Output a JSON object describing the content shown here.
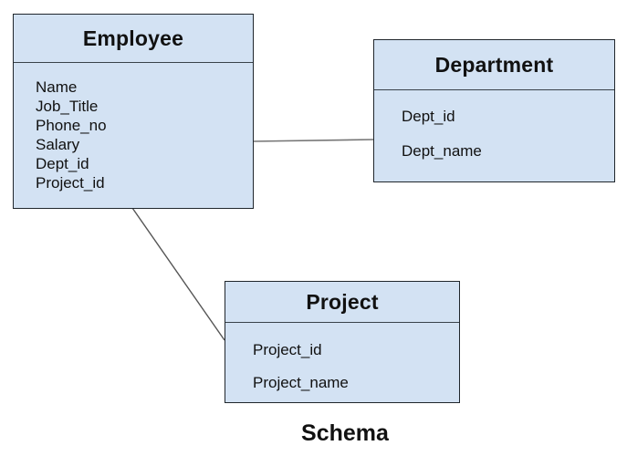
{
  "diagram": {
    "caption": "Schema",
    "entities": [
      {
        "id": "employee",
        "title": "Employee",
        "attributes": [
          "Name",
          "Job_Title",
          "Phone_no",
          "Salary",
          "Dept_id",
          "Project_id"
        ]
      },
      {
        "id": "department",
        "title": "Department",
        "attributes": [
          "Dept_id",
          "Dept_name"
        ]
      },
      {
        "id": "project",
        "title": "Project",
        "attributes": [
          "Project_id",
          "Project_name"
        ]
      }
    ],
    "relationships": [
      {
        "from": "Employee",
        "to": "Department"
      },
      {
        "from": "Employee",
        "to": "Project"
      }
    ],
    "colors": {
      "entity_fill": "#d3e2f3",
      "entity_border": "#20262c",
      "divider": "#39424a",
      "connector_horizontal": "#757575",
      "connector_diagonal": "#555555",
      "text": "#111111",
      "background": "#ffffff"
    }
  }
}
